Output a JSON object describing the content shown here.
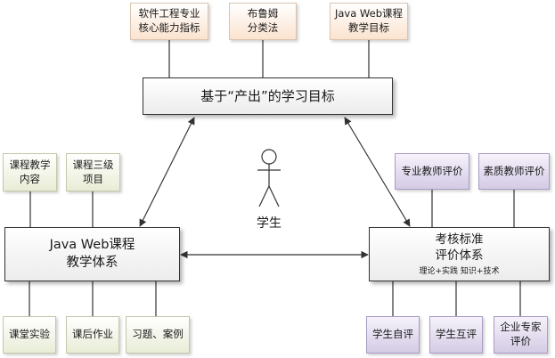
{
  "top_inputs": [
    {
      "label": "软件工程专业\n核心能力指标"
    },
    {
      "label": "布鲁姆\n分类法"
    },
    {
      "label": "Java Web课程\n教学目标"
    }
  ],
  "goal": {
    "label": "基于“产出”的学习目标"
  },
  "student": {
    "label": "学生"
  },
  "teaching_top": [
    {
      "label": "课程教学\n内容"
    },
    {
      "label": "课程三级\n项目"
    }
  ],
  "teaching": {
    "label": "Java Web课程\n教学体系"
  },
  "teaching_bottom": [
    {
      "label": "课堂实验"
    },
    {
      "label": "课后作业"
    },
    {
      "label": "习题、案例"
    }
  ],
  "eval_top": [
    {
      "label": "专业教师评价"
    },
    {
      "label": "素质教师评价"
    }
  ],
  "evaluation": {
    "title": "考核标准",
    "subtitle": "评价体系",
    "note": "理论+实践  知识+技术"
  },
  "eval_bottom": [
    {
      "label": "学生自评"
    },
    {
      "label": "学生互评"
    },
    {
      "label": "企业专家\n评价"
    }
  ],
  "colors": {
    "orange_box": "#fbe3cf",
    "green_box": "#e8edd6",
    "purple_box": "#d4cbe5",
    "line": "#333333"
  }
}
